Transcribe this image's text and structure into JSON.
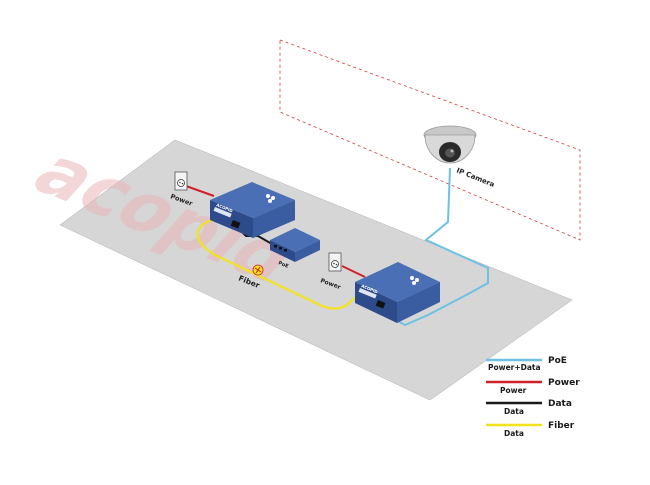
{
  "diagram": {
    "watermark": "acopid",
    "labels": {
      "power_left": "Power",
      "power_right": "Power",
      "fiber": "Fiber",
      "ip_camera": "IP Camera",
      "device_brand_left": "ACOPID",
      "device_brand_right": "ACOPID",
      "switch_label": "PoE"
    }
  },
  "legend": {
    "items": [
      {
        "name": "PoE",
        "sub": "Power+Data",
        "color": "#6ec1e4"
      },
      {
        "name": "Power",
        "sub": "Power",
        "color": "#d0202a"
      },
      {
        "name": "Data",
        "sub": "Data",
        "color": "#1a1a1a"
      },
      {
        "name": "Fiber",
        "sub": "Data",
        "color": "#f2e31f"
      }
    ]
  }
}
